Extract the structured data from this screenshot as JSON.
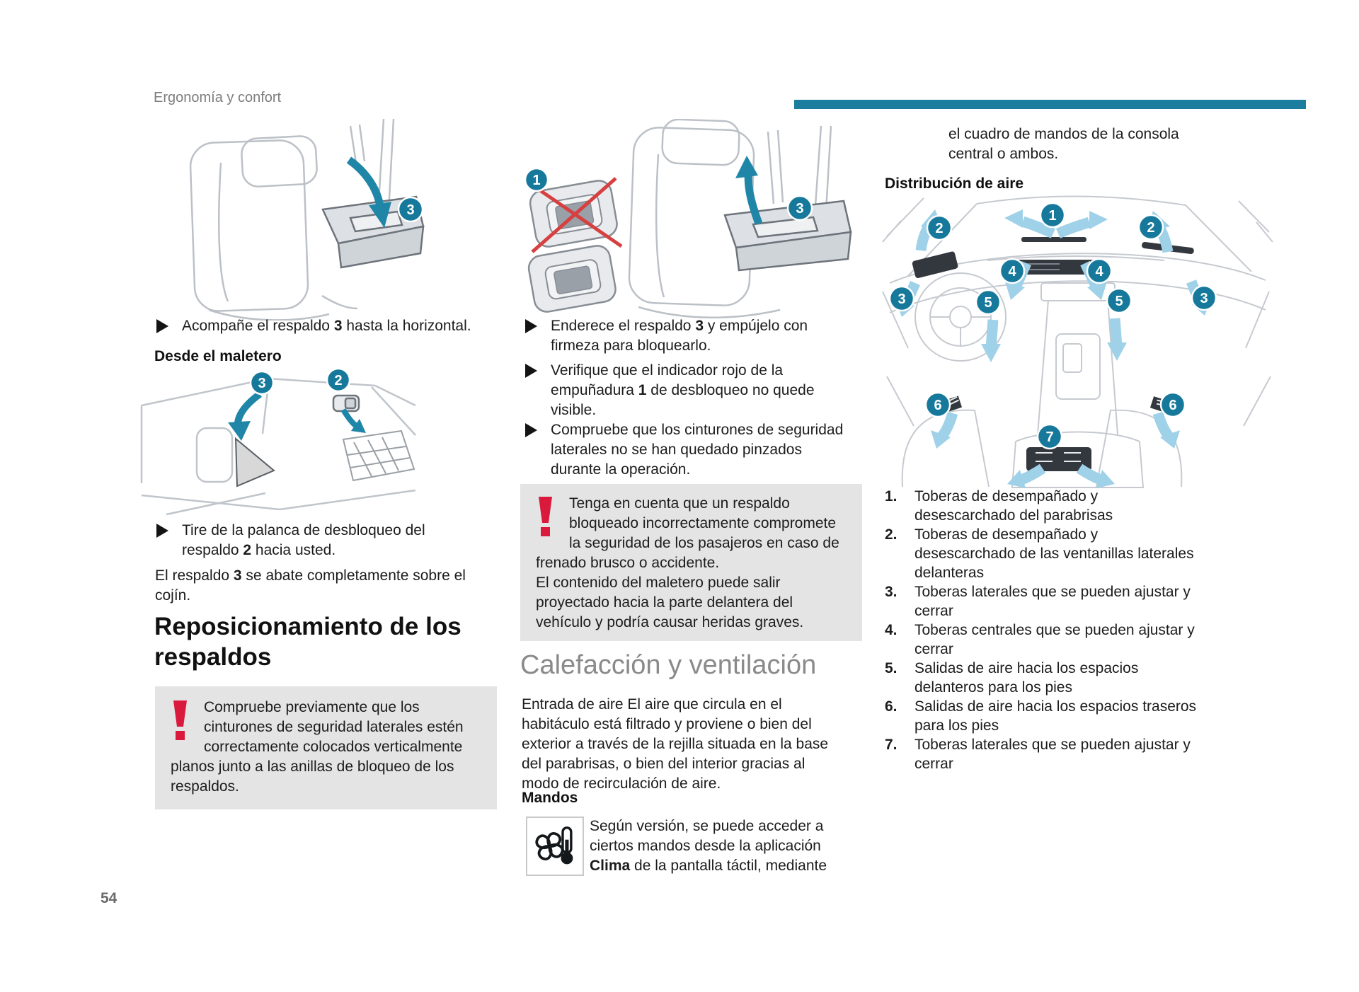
{
  "page": {
    "header": "Ergonomía y confort",
    "page_number": "54"
  },
  "col1": {
    "fig_fold_badge": "3",
    "bullet_fold": {
      "pre": "Acompañe el respaldo ",
      "num": "3",
      "post": " hasta la horizontal."
    },
    "boot_heading": "Desde el maletero",
    "fig_boot_badge_back": "3",
    "fig_boot_badge_lever": "2",
    "bullet_lever": {
      "pre": "Tire de la palanca de desbloqueo del\nrespaldo ",
      "num": "2",
      "post": " hacia usted."
    },
    "para_fold": {
      "pre": "El respaldo ",
      "num": "3",
      "post": " se abate completamente sobre el\ncojín."
    },
    "section_heading": "Reposicionamiento de los\nrespaldos",
    "warning": "Compruebe previamente que los\ncinturones de seguridad laterales estén\ncorrectamente colocados verticalmente\nplanos junto a las anillas de bloqueo de los\nrespaldos."
  },
  "col2": {
    "fig_badge_handle": "1",
    "fig_badge_back": "3",
    "bullet_straighten": {
      "pre": "Enderece el respaldo ",
      "num": "3",
      "post": " y empújelo con\nfirmeza para bloquearlo."
    },
    "bullet_verify": {
      "pre": "Verifique que el indicador rojo de la\nempuñadura ",
      "num": "1",
      "post": " de desbloqueo no quede\nvisible."
    },
    "bullet_check": "Compruebe que los cinturones de seguridad\nlaterales no se han quedado pinzados\ndurante la operación.",
    "warning_p1": "Tenga en cuenta que un respaldo\nbloqueado incorrectamente compromete\nla seguridad de los pasajeros en caso de\nfrenado brusco o accidente.",
    "warning_p2": "El contenido del maletero puede salir\nproyectado hacia la parte delantera del\nvehículo y podría causar heridas graves.",
    "section_heading": "Calefacción y ventilación",
    "intro": "Entrada de aire El aire que circula en el\nhabitáculo está filtrado y proviene o bien del\nexterior a través de la rejilla situada en la base\ndel parabrisas, o bien del interior gracias al\nmodo de recirculación de aire.",
    "controls_heading": "Mandos",
    "clima": {
      "pre": "Según versión, se puede acceder a\nciertos mandos desde la aplicación\n",
      "app": "Clima",
      "post": " de la pantalla táctil, mediante"
    }
  },
  "col3": {
    "continuation": "el cuadro de mandos de la consola\ncentral o ambos.",
    "distribution_heading": "Distribución de aire",
    "diagram_badges": [
      "1",
      "2",
      "2",
      "3",
      "3",
      "4",
      "4",
      "5",
      "5",
      "6",
      "6",
      "7"
    ],
    "list": [
      {
        "num": "1.",
        "text": "Toberas de desempañado y\ndesescarchado del parabrisas"
      },
      {
        "num": "2.",
        "text": "Toberas de desempañado y\ndesescarchado de las ventanillas laterales\ndelanteras"
      },
      {
        "num": "3.",
        "text": "Toberas laterales que se pueden ajustar y\ncerrar"
      },
      {
        "num": "4.",
        "text": "Toberas centrales que se pueden ajustar y\ncerrar"
      },
      {
        "num": "5.",
        "text": "Salidas de aire hacia los espacios\ndelanteros para los pies"
      },
      {
        "num": "6.",
        "text": "Salidas de aire hacia los espacios traseros\npara los pies"
      },
      {
        "num": "7.",
        "text": "Toberas laterales que se pueden ajustar y\ncerrar"
      }
    ]
  }
}
